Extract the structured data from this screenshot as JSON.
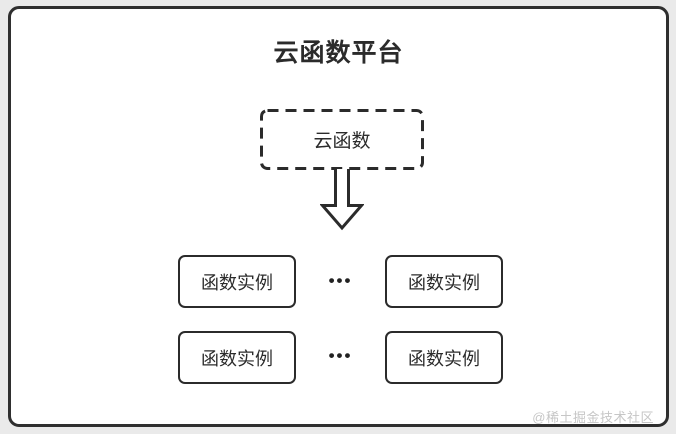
{
  "diagram": {
    "title": "云函数平台",
    "cloud_function_label": "云函数",
    "instances": [
      {
        "label": "函数实例"
      },
      {
        "label": "函数实例"
      },
      {
        "label": "函数实例"
      },
      {
        "label": "函数实例"
      }
    ],
    "ellipsis": "•••"
  },
  "watermark": {
    "text": "@稀土掘金技术社区"
  },
  "colors": {
    "background": "#eaeaea",
    "panel_background": "#ffffff",
    "line": "#2f2f2f",
    "text": "#2b2b2b",
    "watermark_text": "#c6c6c6"
  }
}
